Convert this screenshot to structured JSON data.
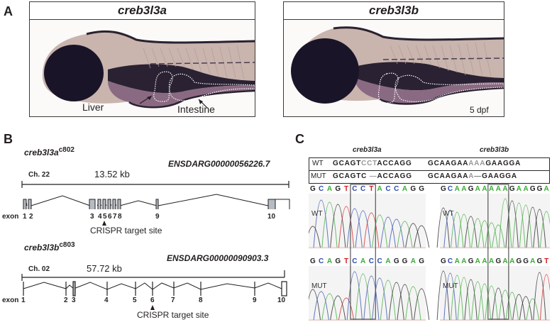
{
  "panel_a": {
    "letter": "A",
    "left": {
      "title": "creb3l3a",
      "label_liver": "Liver",
      "label_intestine": "Intestine"
    },
    "right": {
      "title": "creb3l3b",
      "stage": "5 dpf"
    }
  },
  "panel_b": {
    "letter": "B",
    "gene_a": {
      "name": "creb3l3a",
      "allele": "c802",
      "ensembl": "ENSDARG00000056226.7",
      "chromosome": "Ch. 22",
      "length": "13.52 kb",
      "exon_label": "exon",
      "exons": [
        "1",
        "2",
        "3",
        "4",
        "5",
        "6",
        "7",
        "8",
        "9",
        "10"
      ],
      "crispr_label": "CRISPR target site",
      "crispr_exon": "5"
    },
    "gene_b": {
      "name": "creb3l3b",
      "allele": "c803",
      "ensembl": "ENSDARG00000090903.3",
      "chromosome": "Ch. 02",
      "length": "57.72 kb",
      "exon_label": "exon",
      "exons": [
        "1",
        "2",
        "3",
        "4",
        "5",
        "6",
        "7",
        "8",
        "9",
        "10"
      ],
      "crispr_label": "CRISPR target site",
      "crispr_exon": "6"
    }
  },
  "panel_c": {
    "letter": "C",
    "col_a_title": "creb3l3a",
    "col_b_title": "creb3l3b",
    "wt_label": "WT",
    "mut_label": "MUT",
    "a_wt_seq": [
      "GCAGT",
      "CCT",
      "ACCAGG"
    ],
    "a_mut_seq": [
      "GCAGTC",
      " —",
      "ACCAGG"
    ],
    "b_wt_seq": [
      "GCAAGAA",
      "AAA",
      "GAAGGA"
    ],
    "b_mut_seq": [
      "GCAAGAA",
      "A",
      "—",
      "GAAGGA"
    ],
    "a_wt_trace_bases": [
      "G",
      "C",
      "A",
      "G",
      "T",
      "C",
      "C",
      "T",
      "A",
      "C",
      "C",
      "A",
      "G",
      "G"
    ],
    "a_mut_trace_bases": [
      "G",
      "C",
      "A",
      "G",
      "T",
      "C",
      "A",
      "C",
      "C",
      "A",
      "G",
      "G",
      "A",
      "G"
    ],
    "b_wt_trace_bases": [
      "G",
      "C",
      "A",
      "A",
      "G",
      "A",
      "A",
      "A",
      "A",
      "A",
      "G",
      "A",
      "A",
      "G",
      "G",
      "A"
    ],
    "b_mut_trace_bases": [
      "G",
      "C",
      "A",
      "A",
      "G",
      "A",
      "A",
      "A",
      "G",
      "A",
      "A",
      "G",
      "G",
      "A",
      "G",
      "T"
    ],
    "base_colors": {
      "A": "#3aaa35",
      "C": "#2e4aa8",
      "G": "#231f20",
      "T": "#d7191c"
    },
    "deleted_color": "#999999"
  }
}
